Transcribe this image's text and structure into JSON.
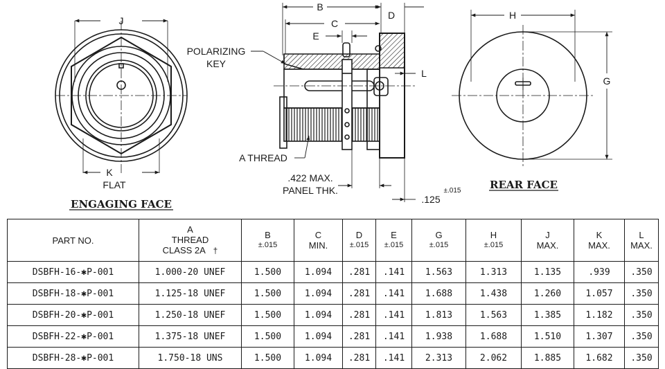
{
  "views": {
    "engaging": {
      "title": "ENGAGING FACE",
      "dim_j": "J",
      "dim_k": "K",
      "flat": "FLAT"
    },
    "side": {
      "dim_b": "B",
      "dim_c": "C",
      "dim_d": "D",
      "dim_e": "E",
      "dim_l": "L",
      "polarizing_key": [
        "POLARIZING",
        "KEY"
      ],
      "a_thread": "A THREAD",
      "panel": [
        ".422 MAX.",
        "PANEL THK."
      ],
      "flange_thk": ".125",
      "flange_tol": "±.015"
    },
    "rear": {
      "title": "REAR FACE",
      "dim_h": "H",
      "dim_g": "G"
    }
  },
  "table": {
    "headers": [
      {
        "lines": [
          "PART NO."
        ]
      },
      {
        "lines": [
          "A",
          "THREAD",
          "CLASS 2A"
        ],
        "mark": "†"
      },
      {
        "lines": [
          "B",
          "±.015"
        ]
      },
      {
        "lines": [
          "C",
          "MIN."
        ]
      },
      {
        "lines": [
          "D",
          "±.015"
        ]
      },
      {
        "lines": [
          "E",
          "±.015"
        ]
      },
      {
        "lines": [
          "G",
          "±.015"
        ]
      },
      {
        "lines": [
          "H",
          "±.015"
        ]
      },
      {
        "lines": [
          "J",
          "MAX."
        ]
      },
      {
        "lines": [
          "K",
          "MAX."
        ]
      },
      {
        "lines": [
          "L",
          "MAX."
        ]
      }
    ],
    "rows": [
      [
        "DSBFH-16-✱P-001",
        "1.000-20  UNEF",
        "1.500",
        "1.094",
        ".281",
        ".141",
        "1.563",
        "1.313",
        "1.135",
        ".939",
        ".350"
      ],
      [
        "DSBFH-18-✱P-001",
        "1.125-18  UNEF",
        "1.500",
        "1.094",
        ".281",
        ".141",
        "1.688",
        "1.438",
        "1.260",
        "1.057",
        ".350"
      ],
      [
        "DSBFH-20-✱P-001",
        "1.250-18  UNEF",
        "1.500",
        "1.094",
        ".281",
        ".141",
        "1.813",
        "1.563",
        "1.385",
        "1.182",
        ".350"
      ],
      [
        "DSBFH-22-✱P-001",
        "1.375-18  UNEF",
        "1.500",
        "1.094",
        ".281",
        ".141",
        "1.938",
        "1.688",
        "1.510",
        "1.307",
        ".350"
      ],
      [
        "DSBFH-28-✱P-001",
        "1.750-18  UNS",
        "1.500",
        "1.094",
        ".281",
        ".141",
        "2.313",
        "2.062",
        "1.885",
        "1.682",
        ".350"
      ]
    ]
  }
}
